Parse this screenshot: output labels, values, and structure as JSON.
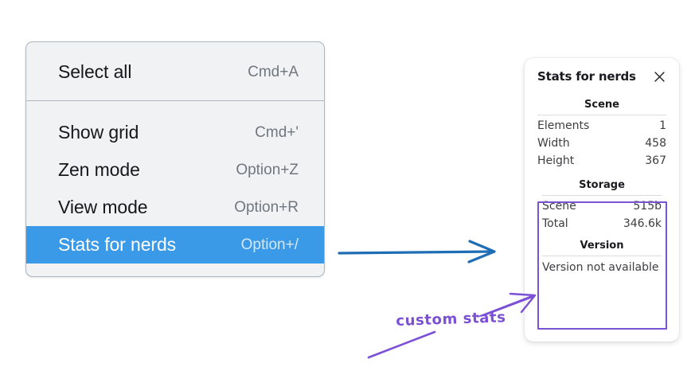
{
  "context_menu": {
    "groups": [
      {
        "name": "group-top",
        "items": [
          {
            "label": "Select all",
            "shortcut": "Cmd+A",
            "selected": false
          }
        ]
      },
      {
        "name": "group-bottom",
        "items": [
          {
            "label": "Show grid",
            "shortcut": "Cmd+'",
            "selected": false
          },
          {
            "label": "Zen mode",
            "shortcut": "Option+Z",
            "selected": false
          },
          {
            "label": "View mode",
            "shortcut": "Option+R",
            "selected": false
          },
          {
            "label": "Stats for nerds",
            "shortcut": "Option+/",
            "selected": true
          }
        ]
      }
    ],
    "selected_color": "#3b9ae8"
  },
  "stats_panel": {
    "title": "Stats for nerds",
    "close_icon": "close-icon",
    "sections": [
      {
        "title": "Scene",
        "rows": [
          {
            "key": "Elements",
            "value": "1"
          },
          {
            "key": "Width",
            "value": "458"
          },
          {
            "key": "Height",
            "value": "367"
          }
        ]
      },
      {
        "title": "Storage",
        "rows": [
          {
            "key": "Scene",
            "value": "515b"
          },
          {
            "key": "Total",
            "value": "346.6k"
          }
        ]
      },
      {
        "title": "Version",
        "text": "Version not available"
      }
    ],
    "highlight_color": "#7c52d4"
  },
  "annotations": {
    "handwritten_label": "custom stats",
    "arrow_color_blue": "#1f6eb5",
    "arrow_color_purple": "#7b50d6"
  }
}
